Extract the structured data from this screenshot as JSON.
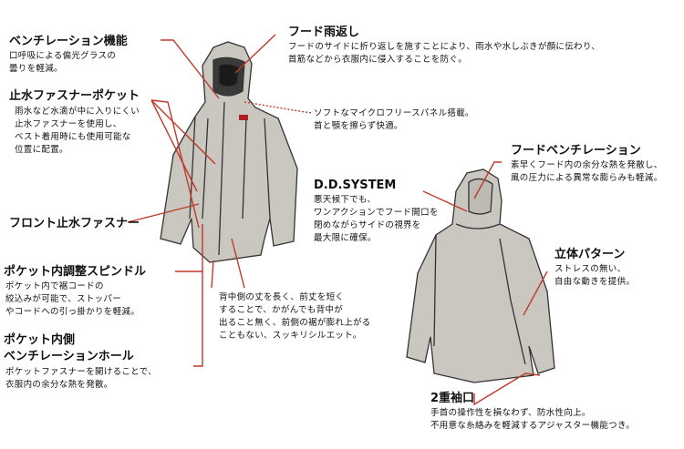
{
  "features": {
    "hood_fold": {
      "title": "フード雨返し",
      "desc": [
        "フードのサイドに折り返しを施すことにより、雨水や水しぶきが顔に伝わり、",
        "首筋などから衣服内に侵入することを防ぐ。"
      ]
    },
    "ventilation": {
      "title": "ベンチレーション機能",
      "desc": [
        "口呼吸による偏光グラスの",
        "曇りを軽減。"
      ]
    },
    "pocket_zip": {
      "title": "止水ファスナーポケット",
      "desc": [
        "雨水など水滴が中に入りにくい",
        "止水ファスナーを使用し、",
        "ベスト着用時にも使用可能な",
        "位置に配置。"
      ]
    },
    "fleece": {
      "desc": [
        "ソフトなマイクロフリースパネル搭載。",
        "首と顎を擦らず快適。"
      ]
    },
    "front_zip": {
      "title": "フロント止水ファスナー"
    },
    "hood_vent": {
      "title": "フードベンチレーション",
      "desc": [
        "素早くフード内の余分な熱を発散し、",
        "風の圧力による異常な膨らみも軽減。"
      ]
    },
    "dd_system": {
      "title": "D.D.SYSTEM",
      "desc": [
        "悪天候下でも、",
        "ワンアクションでフード開口を",
        "閉めながらサイドの視界を",
        "最大限に確保。"
      ]
    },
    "spindle": {
      "title": "ポケット内調整スピンドル",
      "desc": [
        "ポケット内で裾コードの",
        "絞込みが可能で、ストッパー",
        "やコードへの引っ掛かりを軽減。"
      ]
    },
    "pattern3d": {
      "title": "立体パターン",
      "desc": [
        "ストレスの無い、",
        "自由な動きを提供。"
      ]
    },
    "back_length": {
      "desc": [
        "背中側の丈を長く、前丈を短く",
        "することで、かがんでも背中が",
        "出ること無く、前側の裾が膨れ上がる",
        "こともない、スッキリシルエット。"
      ]
    },
    "pocket_inner": {
      "title1": "ポケット内側",
      "title2": "ベンチレーションホール",
      "desc": [
        "ポケットファスナーを開けることで、",
        "衣服内の余分な熱を発散。"
      ]
    },
    "cuff": {
      "title": "2重袖口",
      "desc": [
        "手首の操作性を損なわず、防水性向上。",
        "不用意な糸絡みを軽減するアジャスター機能つき。"
      ]
    }
  },
  "colors": {
    "leader": "#c0392b",
    "jacket": "#c9c7c0",
    "outline": "#333333"
  }
}
